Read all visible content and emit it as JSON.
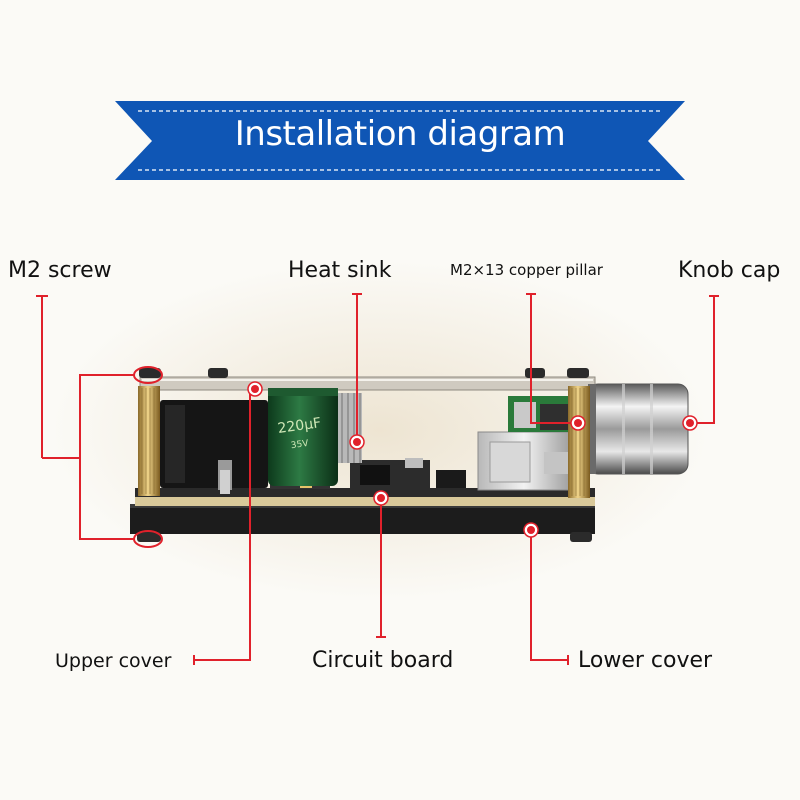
{
  "banner": {
    "title": "Installation diagram",
    "color": "#0f56b5"
  },
  "labels": {
    "m2_screw": "M2 screw",
    "heat_sink": "Heat sink",
    "copper_pillar": "M2×13 copper pillar",
    "knob_cap": "Knob cap",
    "upper_cover": "Upper cover",
    "circuit_board": "Circuit board",
    "lower_cover": "Lower cover"
  },
  "capacitor": {
    "text": "220μF",
    "subtext": "35V"
  },
  "colors": {
    "leader_line": "#e0212b",
    "marker": "#e0212b"
  }
}
